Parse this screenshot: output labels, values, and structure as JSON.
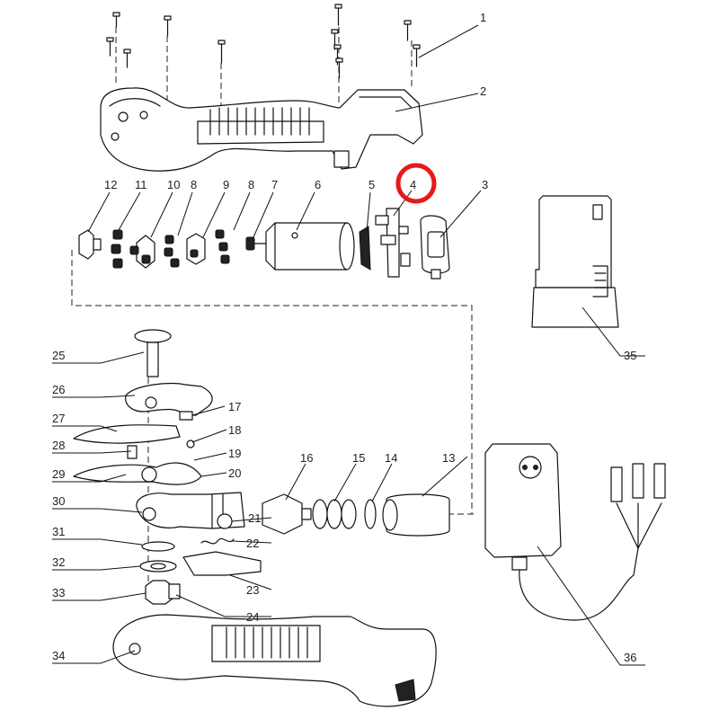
{
  "diagram": {
    "part_labels": [
      "1",
      "2",
      "3",
      "4",
      "5",
      "6",
      "7",
      "8",
      "9",
      "10",
      "11",
      "12",
      "13",
      "14",
      "15",
      "16",
      "17",
      "18",
      "19",
      "20",
      "21",
      "22",
      "23",
      "24",
      "25",
      "26",
      "27",
      "28",
      "29",
      "30",
      "31",
      "32",
      "33",
      "34",
      "35",
      "36"
    ],
    "highlighted_part": "4",
    "highlight_color": "#e31b1b",
    "line_color": "#111111"
  }
}
